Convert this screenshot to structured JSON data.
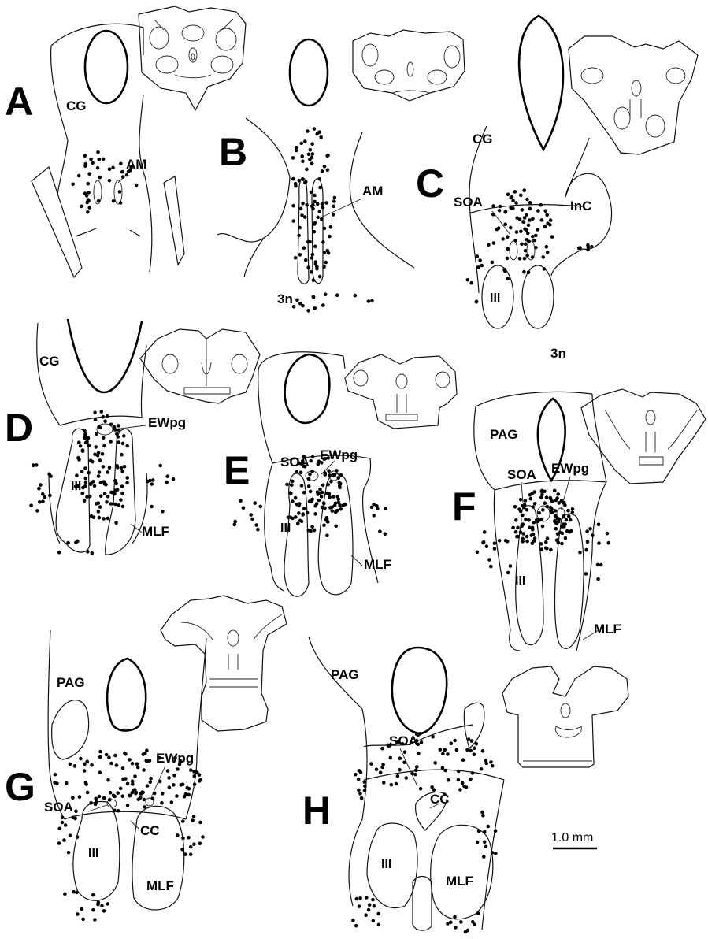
{
  "panels": [
    {
      "letter": "A",
      "labels": {
        "cg": "CG",
        "am": "AM"
      }
    },
    {
      "letter": "B",
      "labels": {
        "am": "AM",
        "n3": "3n"
      }
    },
    {
      "letter": "C",
      "labels": {
        "cg": "CG",
        "soa": "SOA",
        "inc": "InC",
        "iii": "III",
        "n3": "3n"
      }
    },
    {
      "letter": "D",
      "labels": {
        "cg": "CG",
        "ewpg": "EWpg",
        "iii": "III",
        "mlf": "MLF"
      }
    },
    {
      "letter": "E",
      "labels": {
        "soa": "SOA",
        "ewpg": "EWpg",
        "iii": "III",
        "mlf": "MLF"
      }
    },
    {
      "letter": "F",
      "labels": {
        "pag": "PAG",
        "soa": "SOA",
        "ewpg": "EWpg",
        "iii": "III",
        "mlf": "MLF"
      }
    },
    {
      "letter": "G",
      "labels": {
        "pag": "PAG",
        "ewpg": "EWpg",
        "soa": "SOA",
        "cc": "CC",
        "iii": "III",
        "mlf": "MLF"
      }
    },
    {
      "letter": "H",
      "labels": {
        "pag": "PAG",
        "soa": "SOA",
        "cc": "CC",
        "iii": "III",
        "mlf": "MLF"
      }
    }
  ],
  "scale_bar": {
    "label": "1.0 mm"
  }
}
